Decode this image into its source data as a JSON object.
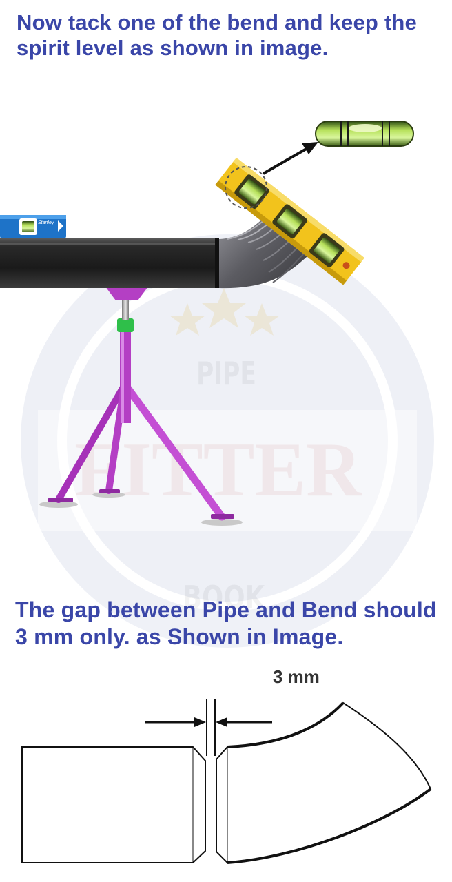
{
  "instructions": {
    "step_text": "Now tack one of the bend and keep the spirit level as shown in image.",
    "gap_text": "The gap between Pipe and Bend should 3 mm only. as Shown in Image."
  },
  "watermark": {
    "line1": "PIPE",
    "line2": "FITTER",
    "line3": "BOOK"
  },
  "gap_diagram": {
    "dimension_label": "3 mm"
  },
  "spirit_level_brand": "Stanley",
  "colors": {
    "heading": "#3a46a8",
    "pipe": "#2a2a2a",
    "stand": "#b43fc4",
    "level_body": "#f2c31c",
    "blue_level": "#1e73c8",
    "stand_collar": "#2fbf4a"
  }
}
